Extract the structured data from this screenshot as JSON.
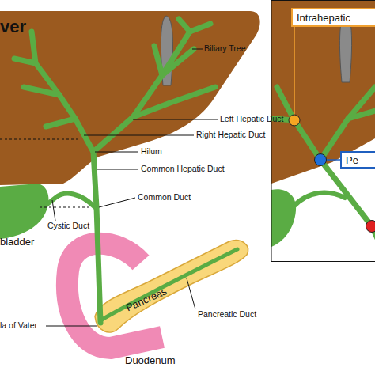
{
  "diagram": {
    "nodes": [
      {
        "text": [
          "Intrahepatic"
        ]
      },
      {
        "text": [
          "Pe"
        ]
      }
    ],
    "labels": [
      "ver",
      "Biliary Tree",
      "Left Hepatic Duct",
      "Right Hepatic Duct",
      "Hilum",
      "Common Hepatic Duct",
      "Common Duct",
      "bladder",
      "Cystic Duct",
      "Pancreas",
      "Pancreatic Duct",
      "la of Vater",
      "Duodenum"
    ]
  }
}
